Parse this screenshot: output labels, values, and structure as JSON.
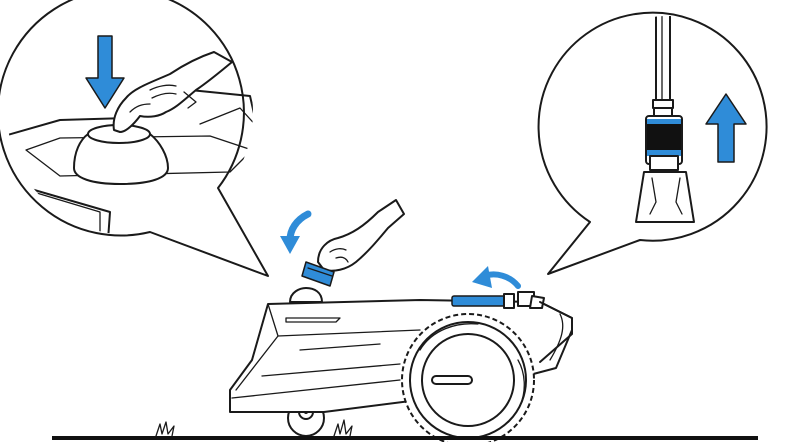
{
  "colors": {
    "accent": "#2f8cd8",
    "ink": "#1a1a1a",
    "background": "#ffffff"
  },
  "panels": {
    "left": {
      "shows": "pressing-button-on-top-cover",
      "icon": "arrow-down-icon"
    },
    "right": {
      "shows": "pulling-antenna-up",
      "icon": "arrow-up-icon"
    }
  },
  "main": {
    "shows": "robotic-lawn-mower",
    "icons": [
      "curved-arrow-down-icon",
      "curved-arrow-left-icon"
    ]
  }
}
